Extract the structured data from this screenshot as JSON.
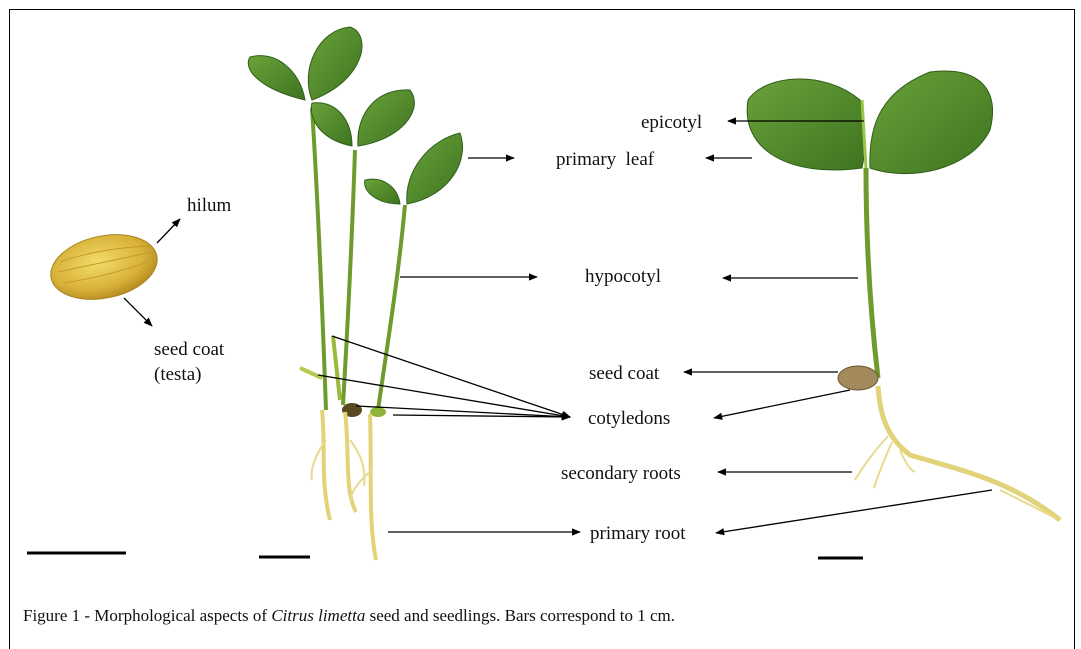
{
  "figure": {
    "labels": {
      "hilum": "hilum",
      "seed_coat_testa_1": "seed coat",
      "seed_coat_testa_2": "(testa)",
      "epicotyl": "epicotyl",
      "primary_leaf": "primary  leaf",
      "hypocotyl": "hypocotyl",
      "seed_coat": "seed coat",
      "cotyledons": "cotyledons",
      "secondary_roots": "secondary roots",
      "primary_root": "primary root"
    },
    "caption": {
      "prefix": "Figure 1 - Morphological aspects of ",
      "species": "Citrus limetta",
      "suffix": " seed and seedlings. Bars correspond to 1 cm."
    },
    "colors": {
      "leaf": "#4f8a2a",
      "leaf_dark": "#2f5e18",
      "stem": "#6f9a2e",
      "root": "#e2d27a",
      "seed": "#d9b23a"
    }
  }
}
